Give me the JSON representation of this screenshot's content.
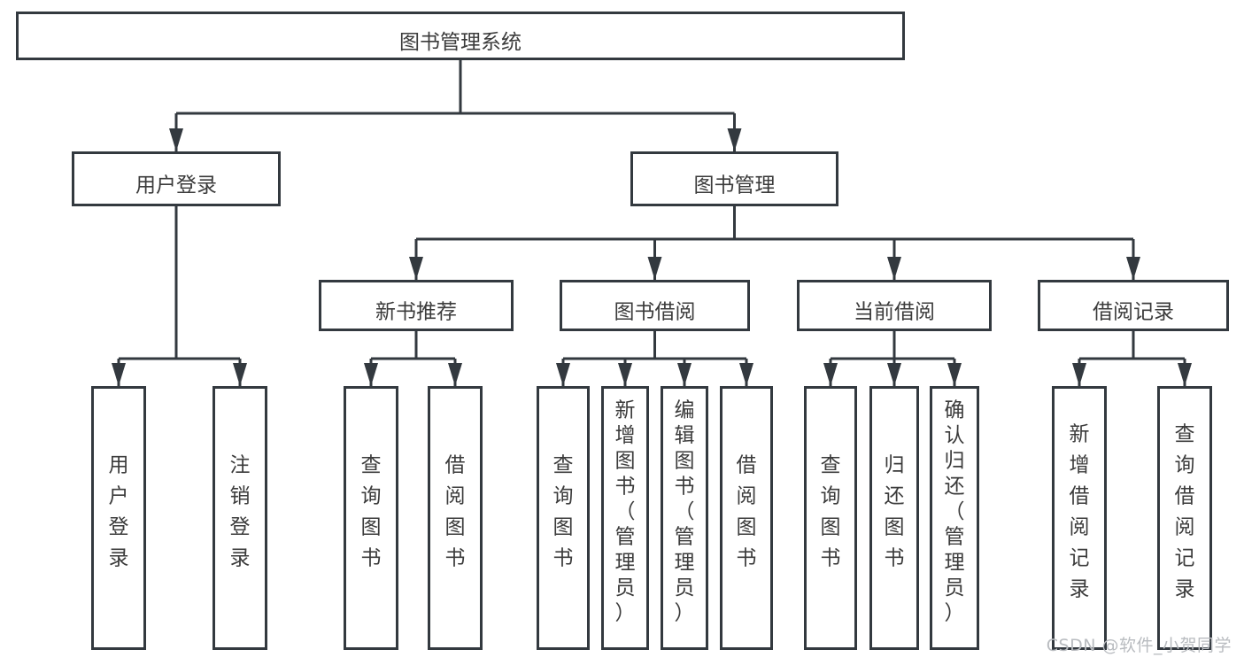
{
  "diagram": {
    "type": "hierarchy-tree",
    "title": "图书管理系统",
    "orientation": "top-down",
    "colors": {
      "stroke": "#33393f",
      "box_fill": "#ffffff",
      "text": "#3b3b3b",
      "background": "#ffffff",
      "watermark": "#b9bcc0"
    },
    "root": {
      "id": "root",
      "label": "图书管理系统",
      "text_orientation": "horizontal"
    },
    "level1": [
      {
        "id": "user-login",
        "label": "用户登录",
        "text_orientation": "horizontal"
      },
      {
        "id": "book-management",
        "label": "图书管理",
        "text_orientation": "horizontal"
      }
    ],
    "level2": [
      {
        "id": "new-book-recommend",
        "label": "新书推荐",
        "parent": "book-management",
        "text_orientation": "horizontal"
      },
      {
        "id": "book-borrow",
        "label": "图书借阅",
        "parent": "book-management",
        "text_orientation": "horizontal"
      },
      {
        "id": "current-borrow",
        "label": "当前借阅",
        "parent": "book-management",
        "text_orientation": "horizontal"
      },
      {
        "id": "borrow-record",
        "label": "借阅记录",
        "parent": "book-management",
        "text_orientation": "horizontal"
      }
    ],
    "leaves": [
      {
        "id": "leaf-user-login",
        "label": "用户登录",
        "parent": "user-login",
        "text_orientation": "vertical"
      },
      {
        "id": "leaf-user-logout",
        "label": "注销登录",
        "parent": "user-login",
        "text_orientation": "vertical"
      },
      {
        "id": "leaf-query-book-1",
        "label": "查询图书",
        "parent": "new-book-recommend",
        "text_orientation": "vertical"
      },
      {
        "id": "leaf-borrow-book-1",
        "label": "借阅图书",
        "parent": "new-book-recommend",
        "text_orientation": "vertical"
      },
      {
        "id": "leaf-query-book-2",
        "label": "查询图书",
        "parent": "book-borrow",
        "text_orientation": "vertical"
      },
      {
        "id": "leaf-add-book",
        "label": "新增图书（管理员）",
        "parent": "book-borrow",
        "text_orientation": "vertical"
      },
      {
        "id": "leaf-edit-book",
        "label": "编辑图书（管理员）",
        "parent": "book-borrow",
        "text_orientation": "vertical"
      },
      {
        "id": "leaf-borrow-book-2",
        "label": "借阅图书",
        "parent": "book-borrow",
        "text_orientation": "vertical"
      },
      {
        "id": "leaf-query-book-3",
        "label": "查询图书",
        "parent": "current-borrow",
        "text_orientation": "vertical"
      },
      {
        "id": "leaf-return-book",
        "label": "归还图书",
        "parent": "current-borrow",
        "text_orientation": "vertical"
      },
      {
        "id": "leaf-confirm-return",
        "label": "确认归还（管理员）",
        "parent": "current-borrow",
        "text_orientation": "vertical"
      },
      {
        "id": "leaf-add-record",
        "label": "新增借阅记录",
        "parent": "borrow-record",
        "text_orientation": "vertical"
      },
      {
        "id": "leaf-query-record",
        "label": "查询借阅记录",
        "parent": "borrow-record",
        "text_orientation": "vertical"
      }
    ]
  },
  "watermark": {
    "text": "CSDN @软件_小贺同学"
  }
}
